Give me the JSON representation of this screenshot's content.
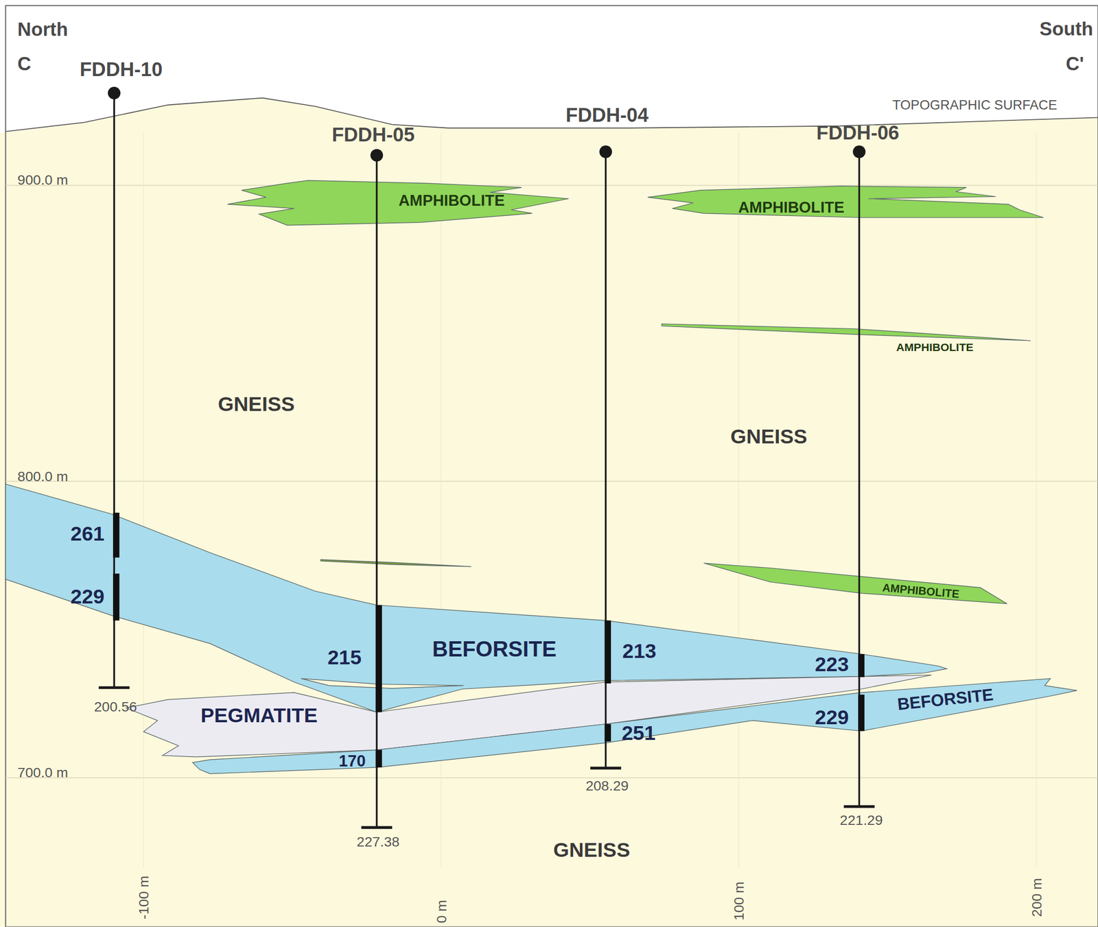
{
  "diagram": {
    "nodes": [
      {
        "text": [
          "AMPHIBOLITE"
        ]
      },
      {
        "text": [
          "AMPHIBOLITE"
        ]
      },
      {
        "text": [
          "AMPHIBOLITE"
        ]
      },
      {
        "text": [
          "AMPHIBOLITE"
        ]
      },
      {
        "text": [
          "BEFORSITE"
        ]
      },
      {
        "text": [
          "PEGMATITE"
        ]
      },
      {
        "text": [
          "BEFORSITE"
        ]
      }
    ],
    "labels": [
      "North",
      "C",
      "FDDH-10",
      "South",
      "C'",
      "TOPOGRAPHIC SURFACE",
      "FDDH-05",
      "FDDH-04",
      "FDDH-06",
      "900.0 m",
      "800.0 m",
      "700.0 m",
      "GNEISS",
      "GNEISS",
      "GNEISS",
      "261",
      "229",
      "215",
      "213",
      "223",
      "229",
      "251",
      "170",
      "200.56",
      "227.38",
      "208.29",
      "221.29",
      "-100 m",
      "0 m",
      "100 m",
      "200 m"
    ]
  }
}
